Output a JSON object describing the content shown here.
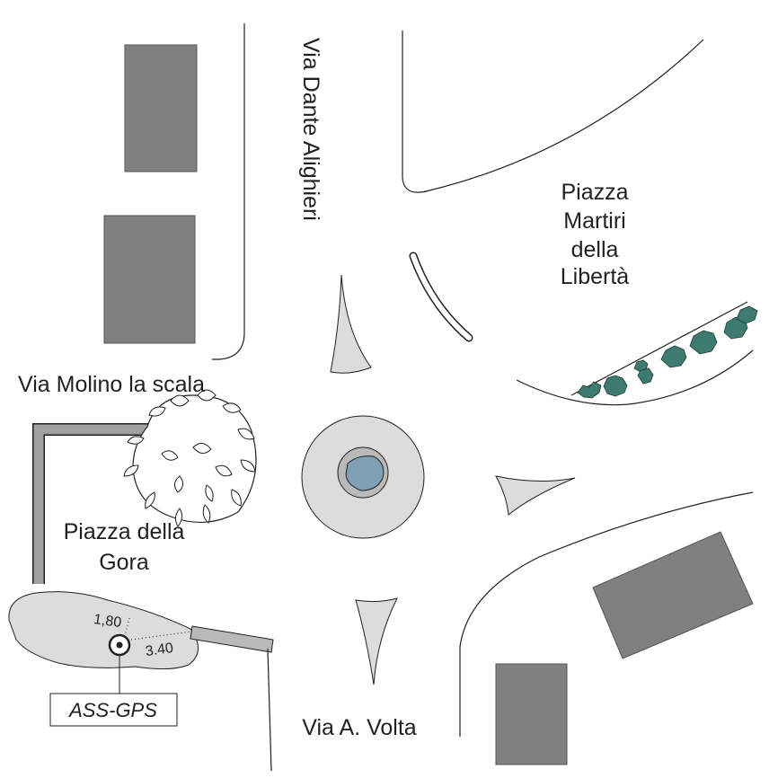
{
  "labels": {
    "via_dante": "Via Dante Alighieri",
    "piazza_martiri_line1": "Piazza",
    "piazza_martiri_line2": "Martiri",
    "piazza_martiri_line3": "della",
    "piazza_martiri_line4": "Libertà",
    "via_molino": "Via Molino la scala",
    "piazza_gora_line1": "Piazza della",
    "piazza_gora_line2": "Gora",
    "via_volta": "Via A. Volta"
  },
  "measure": {
    "d1": "1,80",
    "d2": "3.40"
  },
  "marker": {
    "label": "ASS-GPS"
  },
  "colors": {
    "building": "#808080",
    "island": "#dcdcdc",
    "water": "#7f9fb5",
    "hedge": "#3d7a70",
    "road_line": "#231f20"
  },
  "icons": {
    "station": "target-circle-icon",
    "tree": "tree-canopy-icon",
    "hedge": "shrub-icon"
  }
}
